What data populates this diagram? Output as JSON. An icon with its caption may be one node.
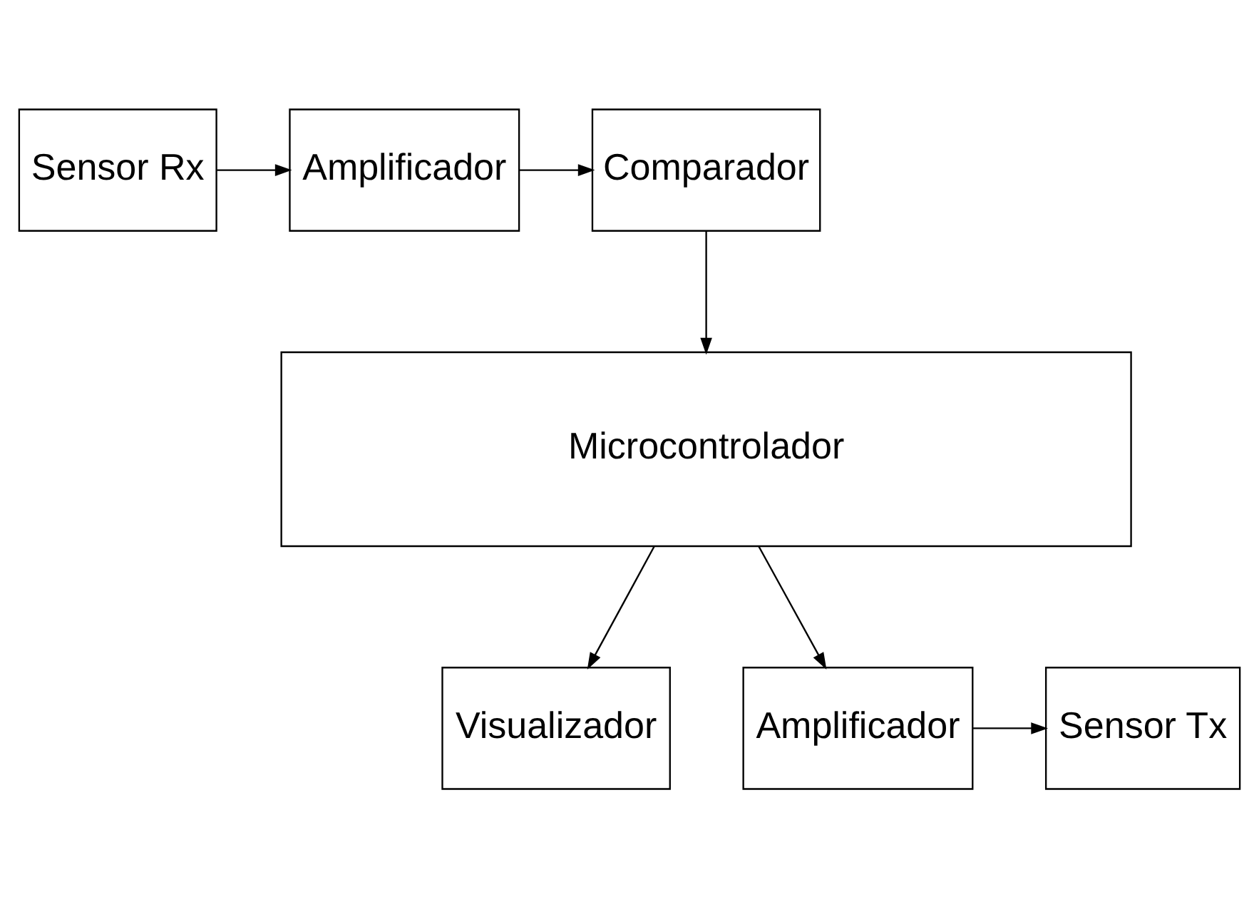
{
  "diagram": {
    "nodes": [
      {
        "text": [
          "Sensor Rx"
        ]
      },
      {
        "text": [
          "Amplificador"
        ]
      },
      {
        "text": [
          "Comparador"
        ]
      },
      {
        "text": [
          "Microcontrolador"
        ]
      },
      {
        "text": [
          "Visualizador"
        ]
      },
      {
        "text": [
          "Amplificador"
        ]
      },
      {
        "text": [
          "Sensor Tx"
        ]
      }
    ],
    "edges": [
      {
        "from": 0,
        "to": 1,
        "arrow": "to"
      },
      {
        "from": 1,
        "to": 2,
        "arrow": "to"
      },
      {
        "from": 2,
        "to": 3,
        "arrow": "to"
      },
      {
        "from": 3,
        "to": 4,
        "arrow": "to"
      },
      {
        "from": 3,
        "to": 5,
        "arrow": "to"
      },
      {
        "from": 5,
        "to": 6,
        "arrow": "to"
      }
    ]
  }
}
